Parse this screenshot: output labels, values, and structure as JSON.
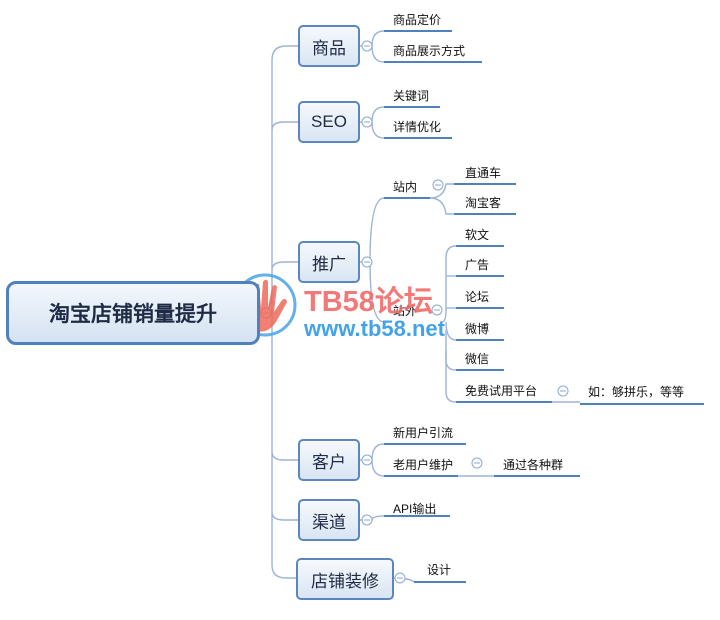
{
  "root": {
    "label": "淘宝店铺销量提升"
  },
  "branches": {
    "goods": {
      "label": "商品",
      "children": [
        "商品定价",
        "商品展示方式"
      ]
    },
    "seo": {
      "label": "SEO",
      "children": [
        "关键词",
        "详情优化"
      ]
    },
    "promo": {
      "label": "推广",
      "inner": {
        "label": "站内",
        "children": [
          "直通车",
          "淘宝客"
        ]
      },
      "outer": {
        "label": "站外",
        "children": [
          "软文",
          "广告",
          "论坛",
          "微博",
          "微信",
          "免费试用平台"
        ],
        "trial_note": "如：够拼乐，等等"
      }
    },
    "customer": {
      "label": "客户",
      "children": [
        "新用户引流",
        "老用户维护"
      ],
      "maintain_note": "通过各种群"
    },
    "channel": {
      "label": "渠道",
      "children": [
        "API输出"
      ]
    },
    "decor": {
      "label": "店铺装修",
      "children": [
        "设计"
      ]
    }
  },
  "watermark": {
    "title": "TB58论坛",
    "url": "www.tb58.net"
  },
  "colors": {
    "line": "#8aa8d0",
    "underline": "#4f81bd",
    "box_border": "#5b86be",
    "root_border": "#4f81bd",
    "watermark_red": "#f26b6b",
    "watermark_blue": "#2e9be6"
  }
}
